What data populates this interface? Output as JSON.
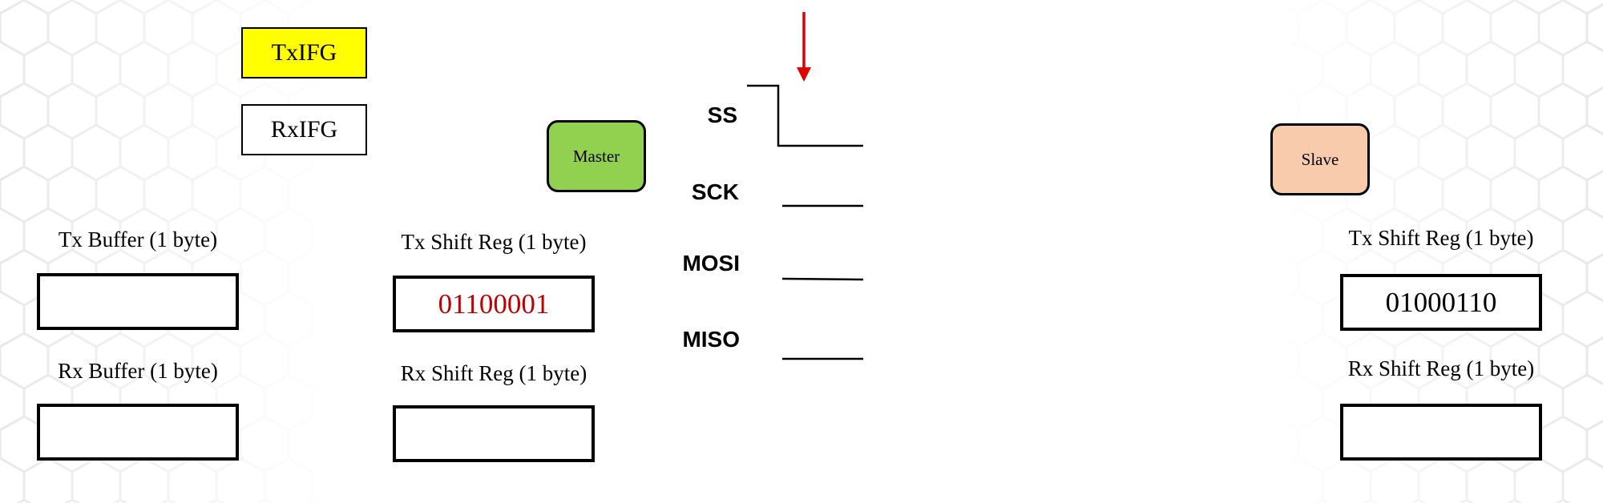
{
  "flags": {
    "tx_ifg": "TxIFG",
    "rx_ifg": "RxIFG",
    "tx_ifg_color": "#ffff00",
    "rx_ifg_color": "#ffffff"
  },
  "master": {
    "label": "Master",
    "color": "#92d050",
    "tx_buffer_label": "Tx Buffer (1 byte)",
    "tx_buffer_value": "",
    "rx_buffer_label": "Rx Buffer (1 byte)",
    "rx_buffer_value": "",
    "tx_shift_label": "Tx Shift Reg (1 byte)",
    "tx_shift_value": "01100001",
    "tx_shift_value_color": "#c00000",
    "rx_shift_label": "Rx Shift Reg (1 byte)",
    "rx_shift_value": ""
  },
  "slave": {
    "label": "Slave",
    "color": "#f8cbad",
    "tx_shift_label": "Tx Shift Reg (1 byte)",
    "tx_shift_value": "01000110",
    "rx_shift_label": "Rx Shift Reg (1 byte)",
    "rx_shift_value": ""
  },
  "signals": {
    "ss": "SS",
    "sck": "SCK",
    "mosi": "MOSI",
    "miso": "MISO",
    "arrow_color": "#e00000"
  }
}
